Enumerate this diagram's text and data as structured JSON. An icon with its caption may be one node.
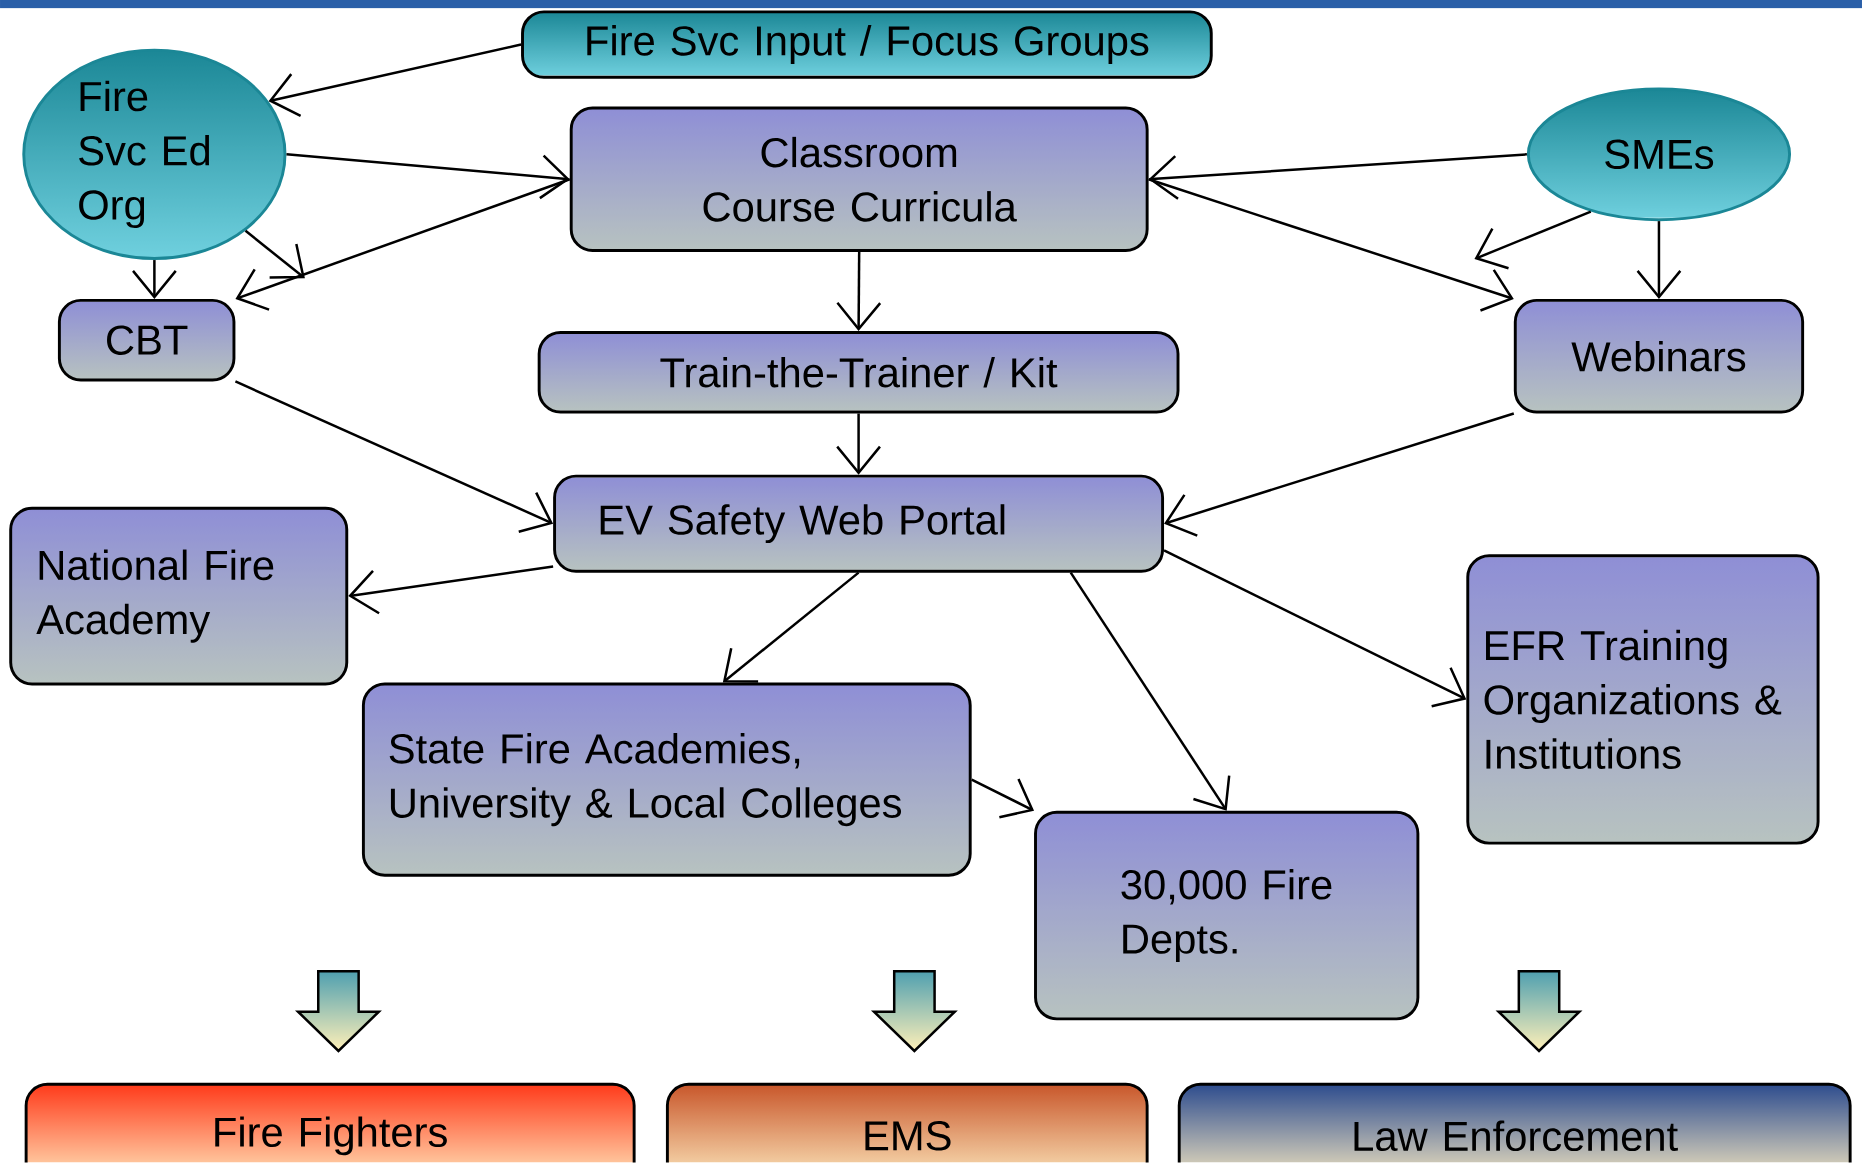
{
  "diagram": {
    "nodes": [
      {
        "text": [
          "Fire Svc Input / Focus Groups"
        ]
      },
      {
        "text": [
          "Fire Svc Ed Org"
        ]
      },
      {
        "text": [
          "Classroom Course Curricula"
        ]
      },
      {
        "text": [
          "SMEs"
        ]
      },
      {
        "text": [
          "CBT"
        ]
      },
      {
        "text": [
          "Train-the-Trainer / Kit"
        ]
      },
      {
        "text": [
          "Webinars"
        ]
      },
      {
        "text": [
          "EV Safety Web Portal"
        ]
      },
      {
        "text": [
          "National Fire Academy"
        ]
      },
      {
        "text": [
          "State Fire Academies, University & Local Colleges"
        ]
      },
      {
        "text": [
          "30,000 Fire Depts."
        ]
      },
      {
        "text": [
          "EFR Training Organizations & Institutions"
        ]
      },
      {
        "text": [
          "Fire Fighters"
        ]
      },
      {
        "text": [
          "EMS"
        ]
      },
      {
        "text": [
          "Law Enforcement"
        ]
      }
    ],
    "edges": [
      {
        "from": 0,
        "to": 1,
        "arrow": "to"
      },
      {
        "from": 1,
        "to": 2,
        "arrow": "to"
      },
      {
        "from": 1,
        "to": 4,
        "arrow": "to"
      },
      {
        "from": 1,
        "to": null,
        "arrow": "to"
      },
      {
        "from": 3,
        "to": 2,
        "arrow": "to"
      },
      {
        "from": 3,
        "to": 6,
        "arrow": "to"
      },
      {
        "from": 3,
        "to": null,
        "arrow": "to"
      },
      {
        "from": 2,
        "to": 4,
        "arrow": "to"
      },
      {
        "from": 2,
        "to": 5,
        "arrow": "to"
      },
      {
        "from": 2,
        "to": 6,
        "arrow": "to"
      },
      {
        "from": 4,
        "to": 7,
        "arrow": "to"
      },
      {
        "from": 5,
        "to": 7,
        "arrow": "to"
      },
      {
        "from": 6,
        "to": 7,
        "arrow": "to"
      },
      {
        "from": 7,
        "to": 8,
        "arrow": "to"
      },
      {
        "from": 7,
        "to": 9,
        "arrow": "to"
      },
      {
        "from": 7,
        "to": 10,
        "arrow": "to"
      },
      {
        "from": 7,
        "to": 11,
        "arrow": "to"
      },
      {
        "from": 9,
        "to": 10,
        "arrow": "to"
      }
    ]
  }
}
